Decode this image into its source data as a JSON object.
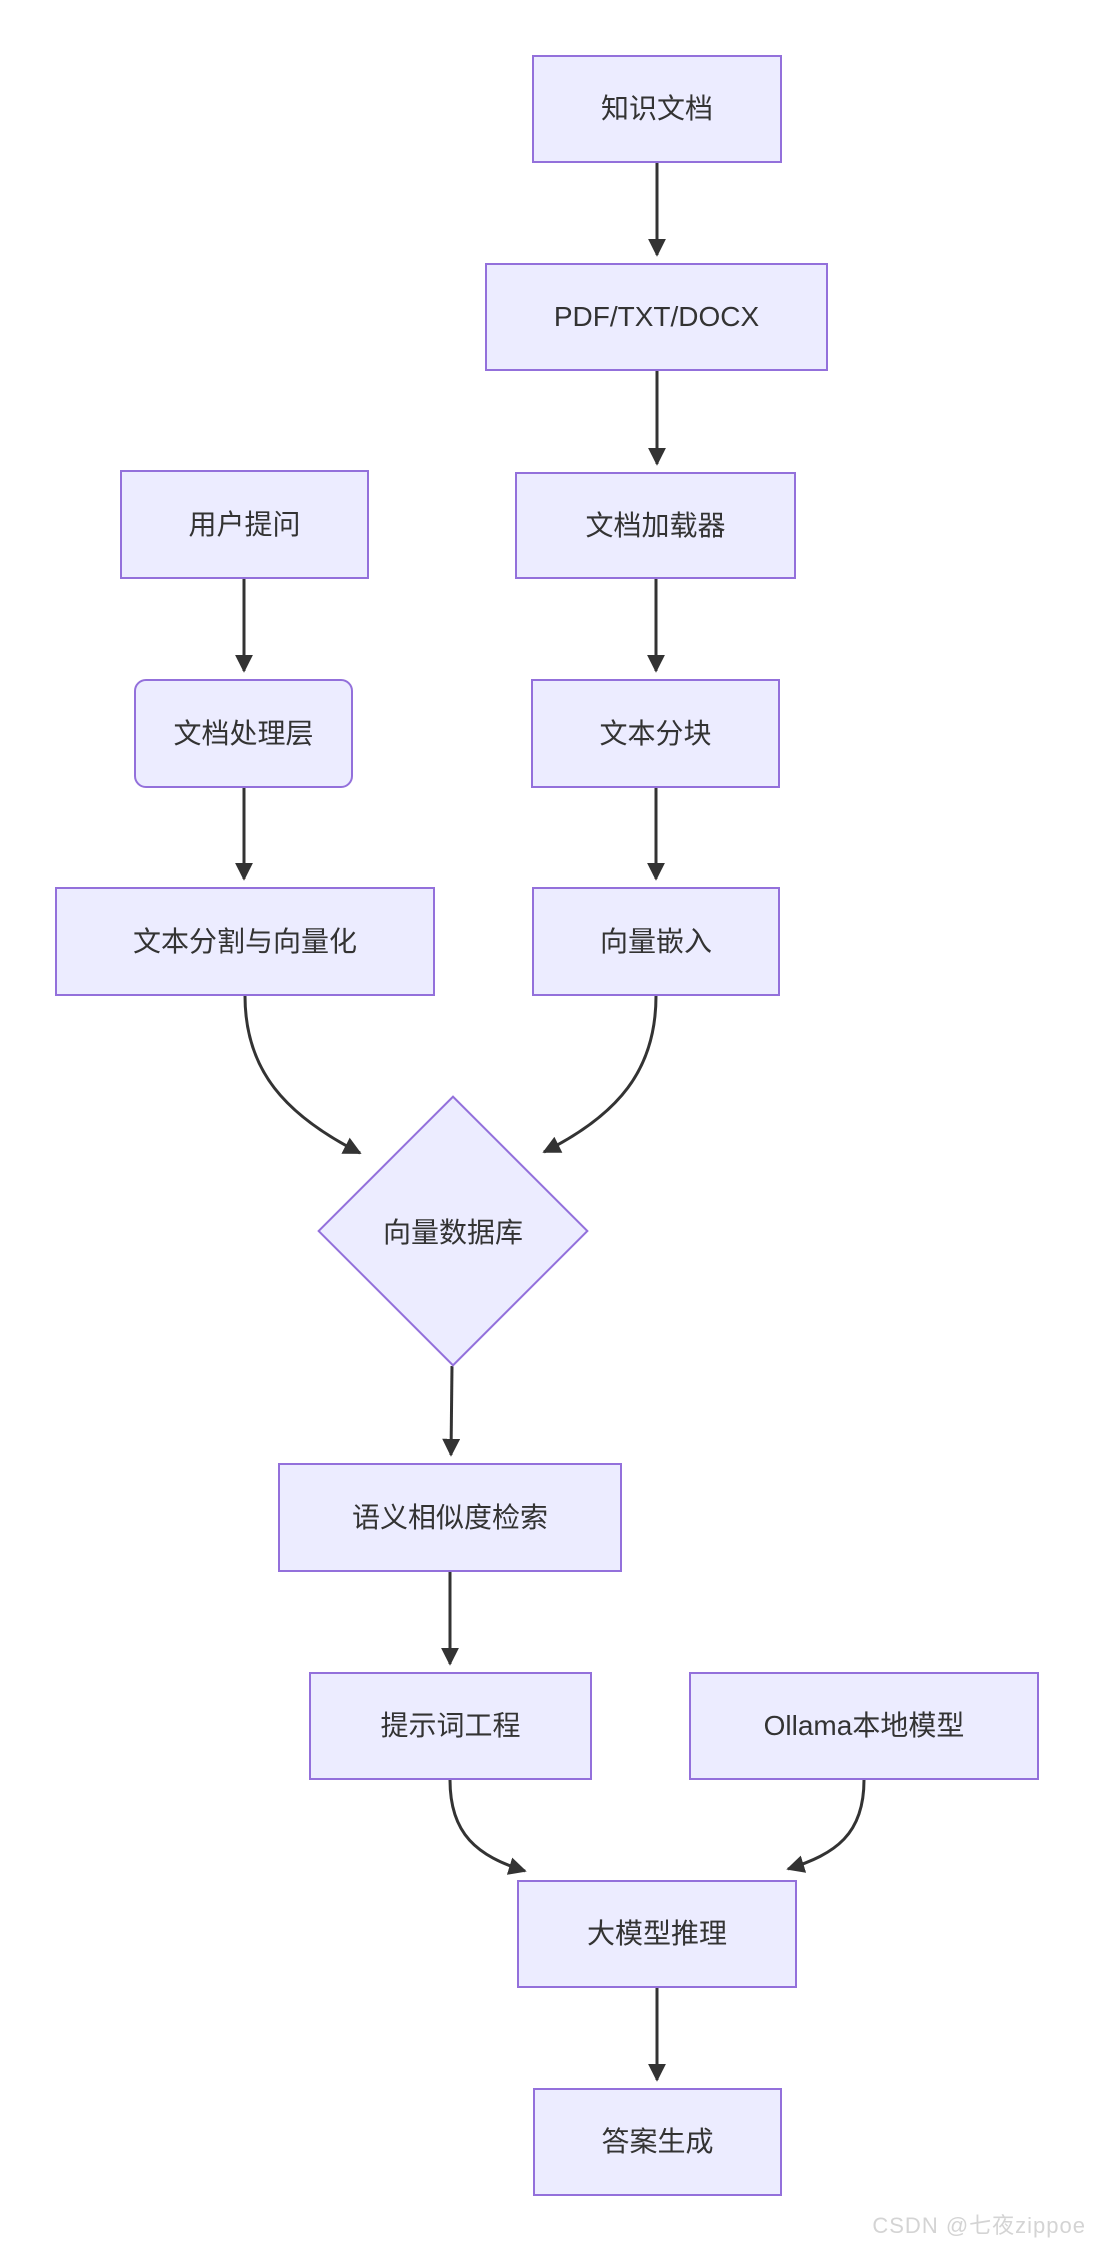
{
  "page": {
    "watermark": "CSDN @七夜zippoe",
    "background": "#ffffff"
  },
  "diagram": {
    "type": "flowchart-top-down",
    "colors": {
      "node_fill": "#ECECFF",
      "node_border": "#9370DB",
      "edge": "#333333",
      "text": "#333333",
      "watermark": "#d4d4d4"
    },
    "nodes": [
      {
        "id": "knowledge-doc",
        "label": "知识文档",
        "shape": "rect"
      },
      {
        "id": "pdf-source",
        "label": "PDF/TXT/DOCX",
        "shape": "rect"
      },
      {
        "id": "user-question",
        "label": "用户提问",
        "shape": "rect"
      },
      {
        "id": "doc-loader",
        "label": "文档加载器",
        "shape": "rect"
      },
      {
        "id": "doc-processing",
        "label": "文档处理层",
        "shape": "rounded"
      },
      {
        "id": "text-chunking",
        "label": "文本分块",
        "shape": "rect"
      },
      {
        "id": "text-split-vectorize",
        "label": "文本分割与向量化",
        "shape": "rect"
      },
      {
        "id": "vector-embedding",
        "label": "向量嵌入",
        "shape": "rect"
      },
      {
        "id": "vector-db",
        "label": "向量数据库",
        "shape": "diamond"
      },
      {
        "id": "semantic-retrieval",
        "label": "语义相似度检索",
        "shape": "rect"
      },
      {
        "id": "prompt-engineering",
        "label": "提示词工程",
        "shape": "rect"
      },
      {
        "id": "ollama-model",
        "label": "Ollama本地模型",
        "shape": "rect"
      },
      {
        "id": "llm-inference",
        "label": "大模型推理",
        "shape": "rect"
      },
      {
        "id": "answer-generation",
        "label": "答案生成",
        "shape": "rect"
      }
    ],
    "edges": [
      {
        "from": "knowledge-doc",
        "to": "pdf-source"
      },
      {
        "from": "pdf-source",
        "to": "doc-loader"
      },
      {
        "from": "user-question",
        "to": "doc-processing"
      },
      {
        "from": "doc-loader",
        "to": "text-chunking"
      },
      {
        "from": "doc-processing",
        "to": "text-split-vectorize"
      },
      {
        "from": "text-chunking",
        "to": "vector-embedding"
      },
      {
        "from": "text-split-vectorize",
        "to": "vector-db"
      },
      {
        "from": "vector-embedding",
        "to": "vector-db"
      },
      {
        "from": "vector-db",
        "to": "semantic-retrieval"
      },
      {
        "from": "semantic-retrieval",
        "to": "prompt-engineering"
      },
      {
        "from": "prompt-engineering",
        "to": "llm-inference"
      },
      {
        "from": "ollama-model",
        "to": "llm-inference"
      },
      {
        "from": "llm-inference",
        "to": "answer-generation"
      }
    ]
  }
}
